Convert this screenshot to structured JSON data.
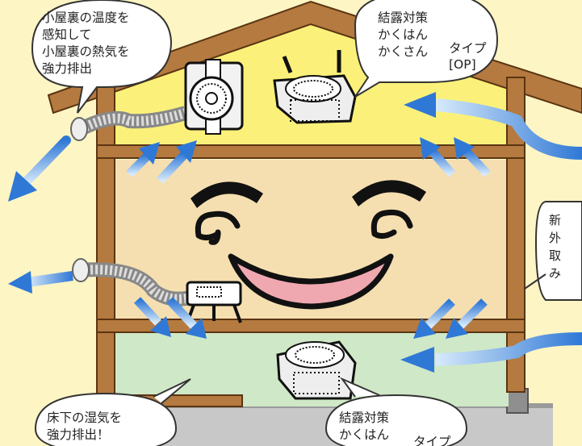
{
  "bubbles": {
    "attic_fan": {
      "lines": [
        "小屋裏の温度を",
        "感知して",
        "小屋裏の熱気を",
        "強力排出"
      ]
    },
    "attic_stirrer": {
      "lines": [
        "結露対策",
        "かくはん",
        "かくさん"
      ],
      "type_label": "タイプ",
      "type_code": "[OP]"
    },
    "fresh_air": {
      "lines": [
        "新",
        "外",
        "取",
        "み"
      ]
    },
    "floor_fan": {
      "lines": [
        "床下の湿気を",
        "強力排出！"
      ]
    },
    "floor_stirrer": {
      "lines": [
        "結露対策",
        "かくはん"
      ],
      "type_label": "タイプ"
    }
  },
  "colors": {
    "background": "#fdf5c4",
    "attic": "#fbf17a",
    "living": "#f5dfb0",
    "underfloor": "#cfe8c7",
    "ground": "#c8c8c8",
    "frame": "#b57a3f",
    "arrow": "#2f78d6",
    "arrow_light": "#cfe4f7"
  }
}
